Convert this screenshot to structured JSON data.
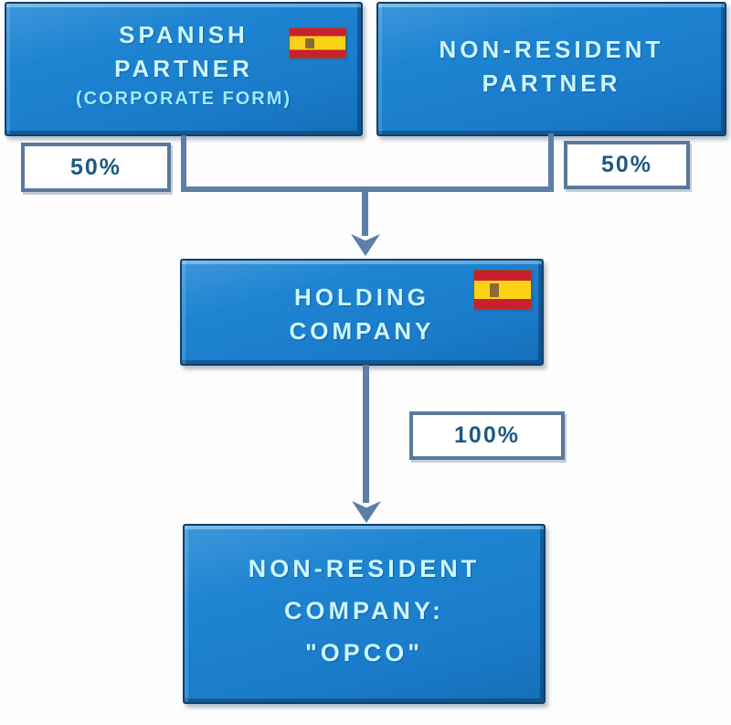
{
  "nodes": {
    "spanish_partner": {
      "line1": "SPANISH",
      "line2": "PARTNER",
      "line3": "(CORPORATE FORM)",
      "flag": "spain"
    },
    "non_resident_partner": {
      "line1": "NON-RESIDENT",
      "line2": "PARTNER"
    },
    "holding_company": {
      "line1": "HOLDING",
      "line2": "COMPANY",
      "flag": "spain"
    },
    "opco": {
      "line1": "NON-RESIDENT",
      "line2": "COMPANY:",
      "line3": "\"OPCO\""
    }
  },
  "ownership_labels": {
    "spanish_partner_share": "50%",
    "non_resident_partner_share": "50%",
    "holding_share": "100%"
  },
  "edges": [
    {
      "from": "SPANISH PARTNER (CORPORATE FORM)",
      "to": "HOLDING COMPANY",
      "share": "50%"
    },
    {
      "from": "NON-RESIDENT PARTNER",
      "to": "HOLDING COMPANY",
      "share": "50%"
    },
    {
      "from": "HOLDING COMPANY",
      "to": "NON-RESIDENT COMPANY: \"OPCO\"",
      "share": "100%"
    }
  ],
  "icons": {
    "spain_flag": "spain-flag"
  },
  "colors": {
    "node_fill": "#1a7fd0",
    "node_border": "#0d406c",
    "node_text": "#cdf6ff",
    "node_subtext": "#9feafb",
    "connector": "#5c7ea9",
    "label_border": "#5a789c",
    "label_text": "#1d5a80",
    "flag_red": "#c9202e",
    "flag_yellow": "#fbd116"
  }
}
